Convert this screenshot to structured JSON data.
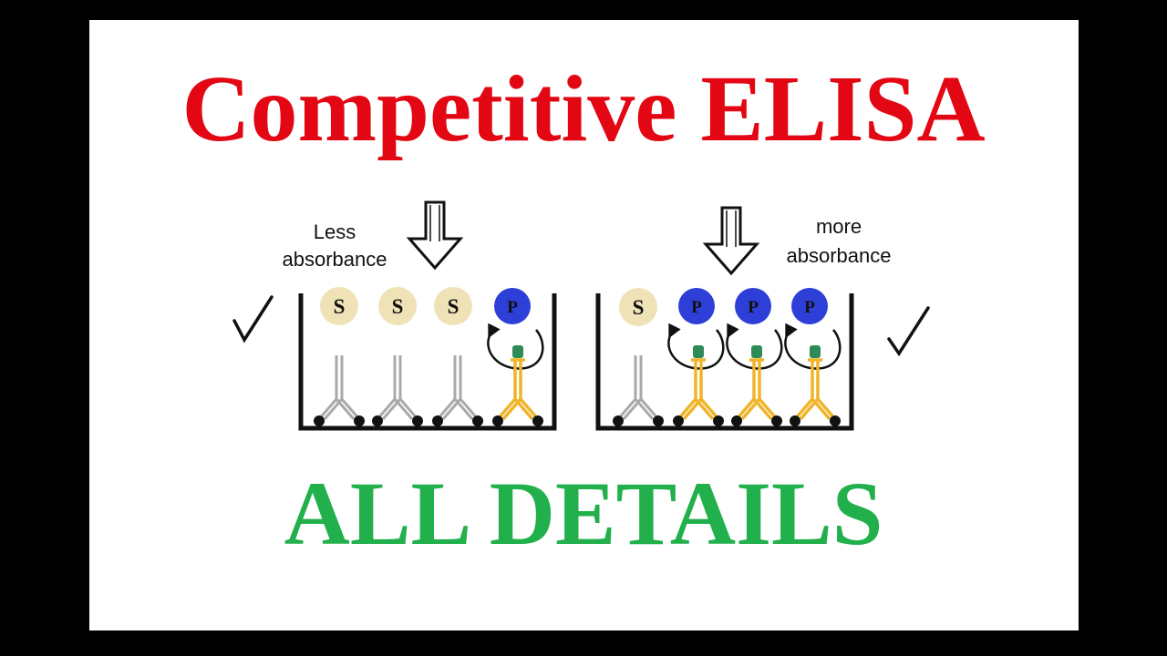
{
  "title": "Competitive ELISA",
  "subtitle": "ALL DETAILS",
  "colors": {
    "title": "#e30613",
    "subtitle": "#21b04b",
    "substrate_fill": "#efe2b7",
    "product_fill": "#2d3fd6",
    "antibody_enzyme": "#f0b429",
    "antibody_plain": "#a9a9a9",
    "enzyme_tag": "#2e8b57"
  },
  "left_well": {
    "label_line1": "Less",
    "label_line2": "absorbance",
    "molecules": [
      "S",
      "S",
      "S",
      "P"
    ]
  },
  "right_well": {
    "label_line1": "more",
    "label_line2": "absorbance",
    "molecules": [
      "S",
      "P",
      "P",
      "P"
    ]
  },
  "icons": [
    "checkmark-icon",
    "down-arrow-icon"
  ]
}
